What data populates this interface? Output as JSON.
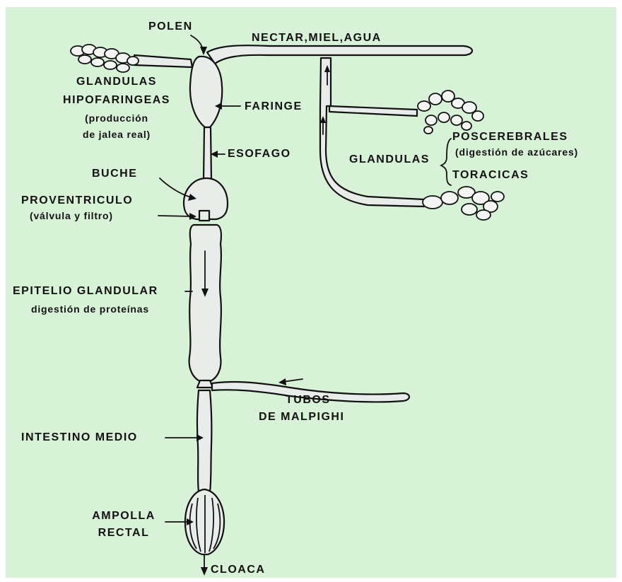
{
  "labels": {
    "polen": "POLEN",
    "nectar": "NECTAR,MIEL,AGUA",
    "hipofaringeas_1": "GLANDULAS",
    "hipofaringeas_2": "HIPOFARINGEAS",
    "hipofaringeas_3": "(producción",
    "hipofaringeas_4": "de jalea real)",
    "faringe": "FARINGE",
    "esofago": "ESOFAGO",
    "buche": "BUCHE",
    "proventriculo_1": "PROVENTRICULO",
    "proventriculo_2": "(válvula y filtro)",
    "poscerebrales": "POSCEREBRALES",
    "digestion_azucares": "(digestión de azúcares)",
    "glandulas": "GLANDULAS",
    "toracicas": "TORACICAS",
    "epitelio_1": "EPITELIO GLANDULAR",
    "epitelio_2": "digestión de proteínas",
    "tubos_1": "TUBOS",
    "tubos_2": "DE MALPIGHI",
    "intestino": "INTESTINO MEDIO",
    "ampolla_1": "AMPOLLA",
    "ampolla_2": "RECTAL",
    "cloaca": "CLOACA"
  },
  "colors": {
    "background": "#d7f2d7",
    "organ_fill": "#e9ede9",
    "line": "#111111"
  }
}
